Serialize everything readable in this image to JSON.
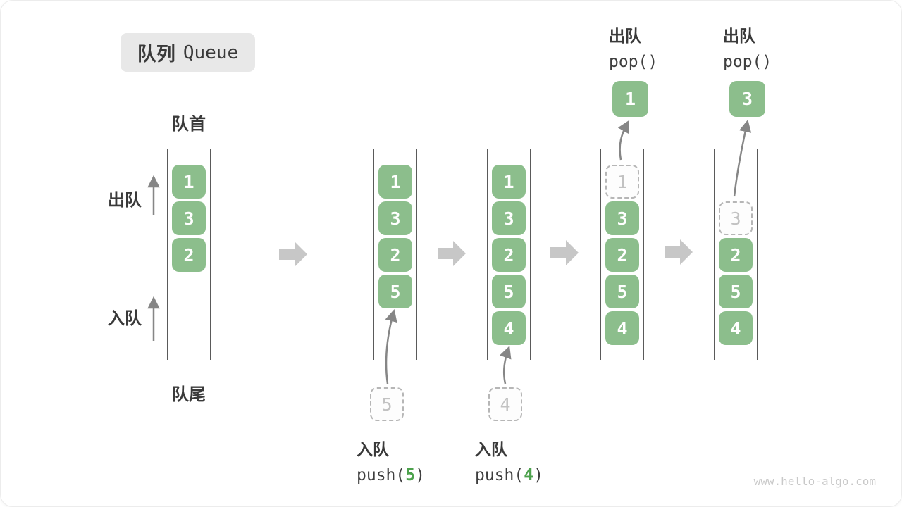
{
  "title": {
    "zh": "队列",
    "en": "Queue"
  },
  "labels": {
    "front": "队首",
    "rear": "队尾",
    "dequeue_side": "出队",
    "enqueue_side": "入队"
  },
  "watermark": "www.hello-algo.com",
  "colors": {
    "element_green": "#8cbe8c",
    "element_text": "#ffffff",
    "ghost_border": "#b6b6b6",
    "ghost_text": "#c2c2c2",
    "wall_line": "#5a5a5a",
    "flow_arrow": "#868686",
    "transition_arrow": "#c7c7c7",
    "label_dark": "#3a3a3a",
    "code_text": "#3f3f3f",
    "code_arg_green": "#4da24d",
    "badge_bg": "#e8e8e8",
    "watermark_gray": "#c9c9c9"
  },
  "states": [
    {
      "slots": [
        {
          "row": 0,
          "v": "1"
        },
        {
          "row": 1,
          "v": "3"
        },
        {
          "row": 2,
          "v": "2"
        }
      ]
    },
    {
      "slots": [
        {
          "row": 0,
          "v": "1"
        },
        {
          "row": 1,
          "v": "3"
        },
        {
          "row": 2,
          "v": "2"
        },
        {
          "row": 3,
          "v": "5"
        }
      ],
      "staged": "5",
      "op": {
        "zh": "入队",
        "pre": "push(",
        "arg": "5",
        "post": ")"
      }
    },
    {
      "slots": [
        {
          "row": 0,
          "v": "1"
        },
        {
          "row": 1,
          "v": "3"
        },
        {
          "row": 2,
          "v": "2"
        },
        {
          "row": 3,
          "v": "5"
        },
        {
          "row": 4,
          "v": "4"
        }
      ],
      "staged": "4",
      "op": {
        "zh": "入队",
        "pre": "push(",
        "arg": "4",
        "post": ")"
      }
    },
    {
      "slots": [
        {
          "row": 0,
          "v": "1",
          "ghost": true
        },
        {
          "row": 1,
          "v": "3"
        },
        {
          "row": 2,
          "v": "2"
        },
        {
          "row": 3,
          "v": "5"
        },
        {
          "row": 4,
          "v": "4"
        }
      ],
      "popped": "1",
      "op": {
        "zh": "出队",
        "code": "pop()"
      }
    },
    {
      "slots": [
        {
          "row": 1,
          "v": "3",
          "ghost": true
        },
        {
          "row": 2,
          "v": "2"
        },
        {
          "row": 3,
          "v": "5"
        },
        {
          "row": 4,
          "v": "4"
        }
      ],
      "popped": "3",
      "op": {
        "zh": "出队",
        "code": "pop()"
      }
    }
  ]
}
